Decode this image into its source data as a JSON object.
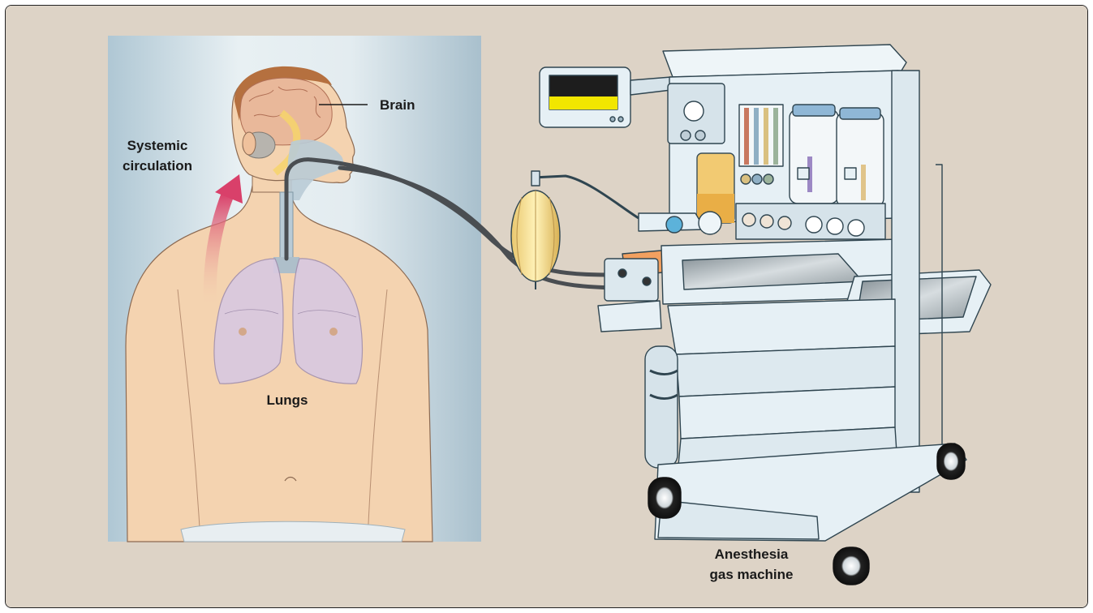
{
  "labels": {
    "brain": "Brain",
    "systemic_line1": "Systemic",
    "systemic_line2": "circulation",
    "lungs": "Lungs",
    "machine_line1": "Anesthesia",
    "machine_line2": "gas machine"
  },
  "colors": {
    "background": "#DDD3C6",
    "panel": "#C4D5DD",
    "skin": "#F4D3B0",
    "lungs": "#D8C9E0",
    "brain": "#E9B89A",
    "airway": "#B9CBD6",
    "machine": "#E6F0F5",
    "machine_outline": "#2F4550",
    "arrow": "#D9406A",
    "tubing": "#4A4E52",
    "screen_bar": "#F2E600",
    "canister": "#F3C86B"
  },
  "icons": [
    "human-body-figure",
    "brain-icon",
    "lungs-icon",
    "trachea-icon",
    "circulation-arrow-icon",
    "anesthesia-machine-icon",
    "breathing-bag-icon",
    "gauge-icon",
    "vaporizer-icon",
    "caster-wheel-icon",
    "monitor-icon"
  ]
}
